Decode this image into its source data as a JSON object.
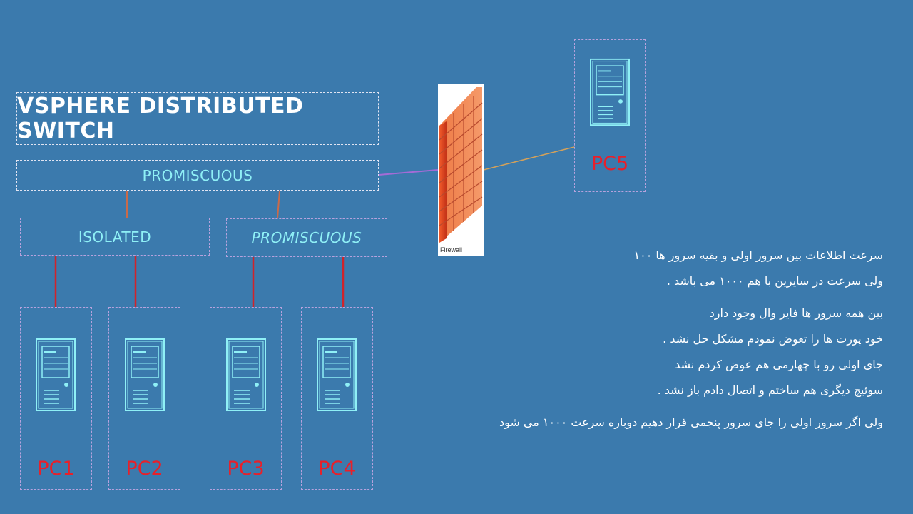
{
  "diagram": {
    "title": "VSPHERE DISTRIBUTED SWITCH",
    "top_port_group": "PROMISCUOUS",
    "left_port_group": "ISOLATED",
    "right_port_group": "PROMISCUOUS",
    "firewall_label": "Firewall",
    "pcs": [
      "PC1",
      "PC2",
      "PC3",
      "PC4"
    ],
    "pc5": "PC5"
  },
  "notes": {
    "block1": [
      "سرعت اطلاعات بین سرور اولی و بقیه سرور ها ۱۰۰",
      "ولی سرعت در سایرین با هم ۱۰۰۰ می باشد ."
    ],
    "block2": [
      "بین همه سرور ها فایر وال وجود دارد",
      "خود پورت ها را تعوض نمودم مشکل حل نشد .",
      "جای اولی رو با چهارمی هم عوض کردم نشد",
      "سوئیچ دیگری هم ساختم و اتصال دادم باز نشد ."
    ],
    "block3": [
      "ولی اگر سرور اولی را جای سرور پنجمی قرار دهیم دوباره سرعت ۱۰۰۰ می شود"
    ]
  },
  "colors": {
    "background": "#3b7aad",
    "label": "#8ff0f6",
    "pc_label": "#e8202a",
    "link_red": "#d0232b",
    "link_purple": "#a46bd6",
    "link_orange": "#d4a15a"
  }
}
